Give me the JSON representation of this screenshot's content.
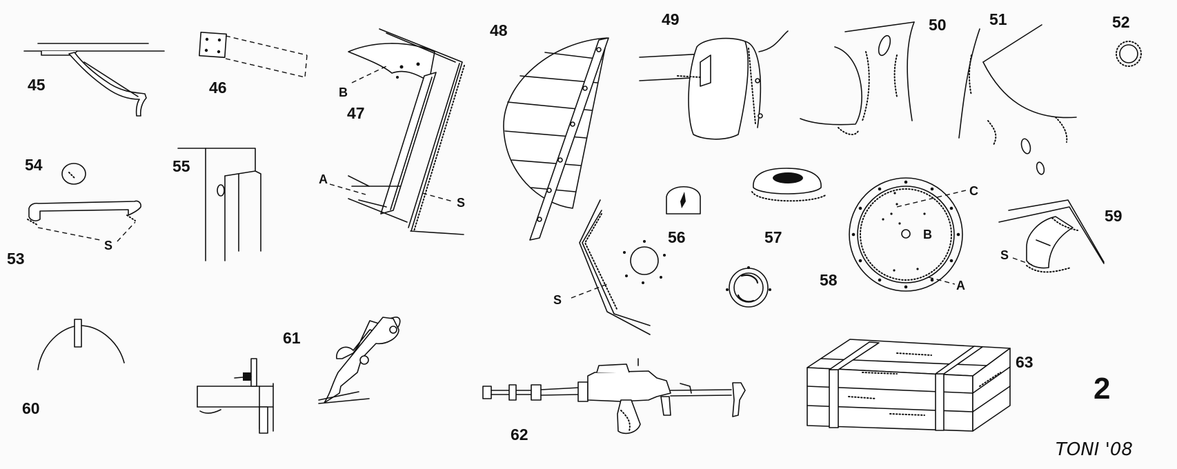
{
  "sheet": {
    "page_number": "2",
    "signature": "TONI '08"
  },
  "parts": [
    {
      "number": "45"
    },
    {
      "number": "46"
    },
    {
      "number": "47"
    },
    {
      "number": "48"
    },
    {
      "number": "49"
    },
    {
      "number": "50"
    },
    {
      "number": "51"
    },
    {
      "number": "52"
    },
    {
      "number": "53"
    },
    {
      "number": "54"
    },
    {
      "number": "55"
    },
    {
      "number": "56"
    },
    {
      "number": "57"
    },
    {
      "number": "58"
    },
    {
      "number": "59"
    },
    {
      "number": "60"
    },
    {
      "number": "61"
    },
    {
      "number": "62"
    },
    {
      "number": "63"
    }
  ],
  "callouts": {
    "part47_b": "B",
    "part47_a": "A",
    "part47_s": "S",
    "part53_s": "S",
    "part56_s": "S",
    "part58_c": "C",
    "part58_b": "B",
    "part58_a": "A",
    "part59_s": "S"
  }
}
